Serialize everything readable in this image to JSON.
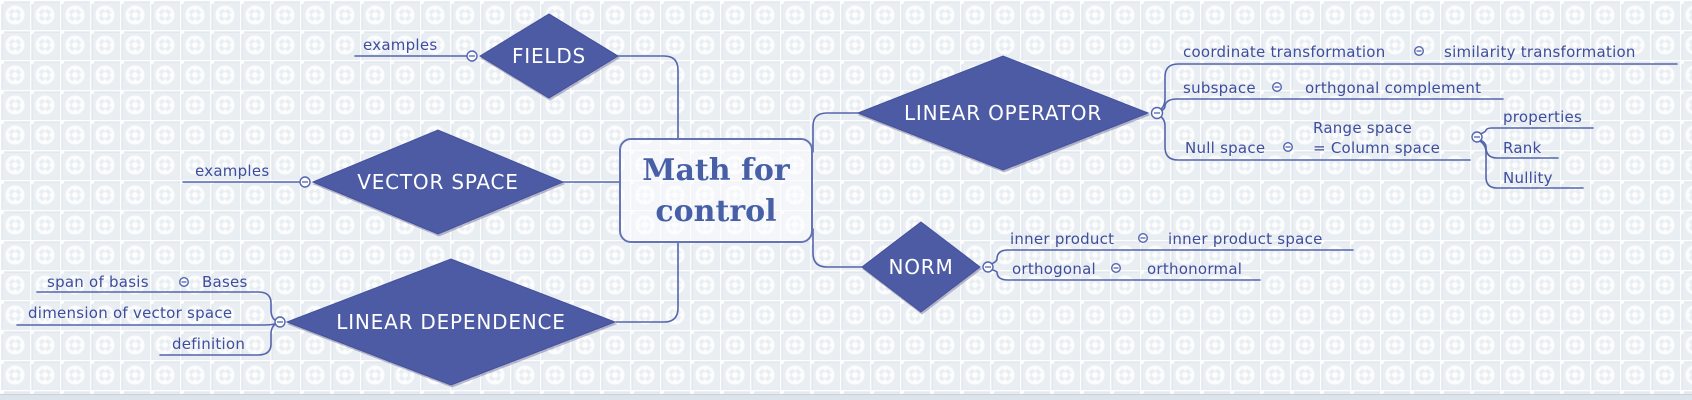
{
  "root": {
    "line1": "Math for",
    "line2": "control"
  },
  "topics": {
    "fields": "FIELDS",
    "fields_examples": "examples",
    "vector_space": "VECTOR SPACE",
    "vector_space_examples": "examples",
    "linear_dependence": "LINEAR DEPENDENCE",
    "span_of_basis": "span of basis",
    "bases": "Bases",
    "dimension_of_vector_space": "dimension of vector space",
    "definition": "definition",
    "linear_operator": "LINEAR OPERATOR",
    "coordinate_transformation": "coordinate transformation",
    "similarity_transformation": "similarity transformation",
    "subspace": "subspace",
    "orthogonal_complement": "orthgonal complement",
    "null_space": "Null space",
    "range_space_line1": "Range space",
    "range_space_line2": "= Column space",
    "properties": "properties",
    "rank": "Rank",
    "nullity": "Nullity",
    "norm": "NORM",
    "inner_product": "inner product",
    "inner_product_space": "inner product space",
    "orthogonal": "orthogonal",
    "orthonormal": "orthonormal"
  },
  "colors": {
    "diamond_fill": "#4d5ba4",
    "diamond_edge": "#44529d",
    "connector_line": "#5565ae",
    "label_text": "#3e4d9d",
    "diamond_text": "#ffffff",
    "root_text": "#475fa7",
    "root_border": "#6474b5",
    "background": "#e9eef3"
  },
  "icons": {
    "collapse": "circled-minus"
  }
}
